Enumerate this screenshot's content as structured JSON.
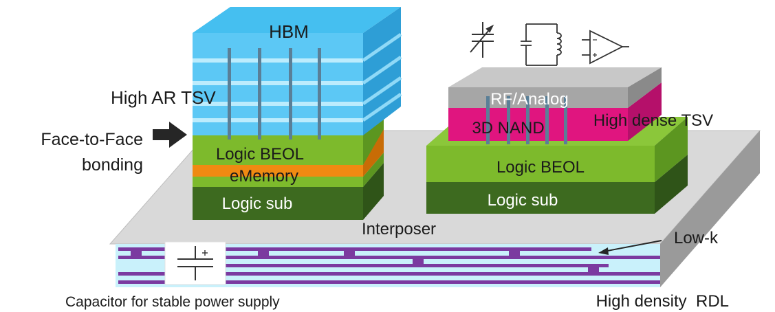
{
  "labels": {
    "hbm": "HBM",
    "high_ar_tsv": "High AR TSV",
    "face_to_face_line1": "Face-to-Face",
    "face_to_face_line2": "bonding",
    "left_logic_beol": "Logic BEOL",
    "ememory": "eMemory",
    "left_logic_sub": "Logic sub",
    "rf_analog": "RF/Analog",
    "nand_3d": "3D NAND",
    "high_dense_tsv": "High dense TSV",
    "right_logic_beol": "Logic BEOL",
    "right_logic_sub": "Logic sub",
    "interposer": "Interposer",
    "low_k": "Low-k",
    "capacitor": "Capacitor for stable power supply",
    "high_density_rdl": "High density  RDL"
  },
  "icons": {
    "varactor": "variable-capacitor-icon",
    "lc_tank": "lc-tank-circuit-icon",
    "op_amp": "op-amp-icon",
    "cap": "capacitor-icon"
  },
  "colors": {
    "hbm_front": "#5cc8f5",
    "hbm_top": "#45bff0",
    "hbm_side": "#2e9ed6",
    "logic_beol": "#7dba2c",
    "ememory": "#f08a12",
    "logic_sub": "#3d6a1f",
    "nand": "#e0157f",
    "rf_analog": "#a6a6a6",
    "interposer_top": "#d9d9d9",
    "interposer_front": "#c9f1fb",
    "rdl_wire": "#7b3aa0",
    "tsv": "#5a7f97",
    "arrow": "#262626"
  }
}
